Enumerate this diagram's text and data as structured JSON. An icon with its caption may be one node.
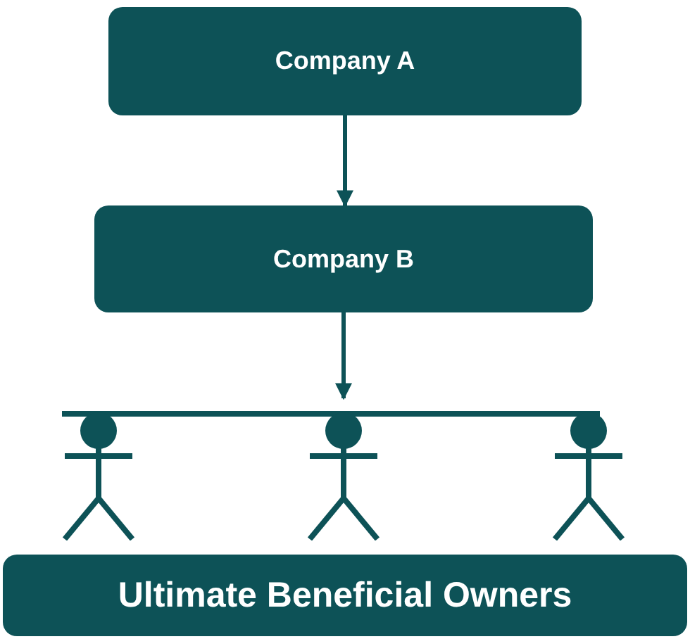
{
  "diagram": {
    "nodes": [
      {
        "text": [
          "Company A"
        ]
      },
      {
        "text": [
          "Company B"
        ]
      },
      {
        "text": [],
        "shape": "bar"
      },
      {
        "text": [],
        "shape": "person"
      },
      {
        "text": [],
        "shape": "person"
      },
      {
        "text": [],
        "shape": "person"
      },
      {
        "text": [
          "Ultimate Beneficial Owners"
        ]
      }
    ],
    "edges": [
      {
        "from": 0,
        "to": 1,
        "arrow": "to"
      },
      {
        "from": 1,
        "to": 2,
        "arrow": "to"
      }
    ]
  }
}
